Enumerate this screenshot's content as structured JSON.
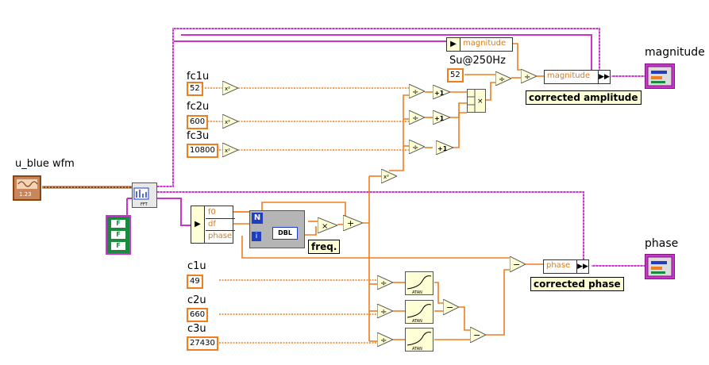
{
  "labels": {
    "fc1u": "fc1u",
    "fc2u": "fc2u",
    "fc3u": "fc3u",
    "su": "Su@250Hz",
    "u_blue": "u_blue wfm",
    "c1u": "c1u",
    "c2u": "c2u",
    "c3u": "c3u",
    "mag_out": "magnitude",
    "phase_out": "phase"
  },
  "constants": {
    "fc1u": "52",
    "fc2u": "600",
    "fc3u": "10800",
    "su": "52",
    "c1u": "49",
    "c2u": "660",
    "c3u": "27430"
  },
  "bundle": {
    "magnitude_top": "magnitude",
    "magnitude_right": "magnitude",
    "phase_right": "phase",
    "unbundle_items": [
      "f0",
      "df",
      "phase"
    ]
  },
  "notes": {
    "amp": "corrected amplitude",
    "phase": "corrected phase",
    "freq": "freq."
  },
  "glyphs": {
    "square": "x²",
    "divide": "÷",
    "plus_one": "+1",
    "multiply": "×",
    "add": "+",
    "subtract": "−",
    "dbl": "DBL",
    "N": "N",
    "i": "i",
    "fft": "FFT",
    "atan": "ATAN",
    "bool_f": "F"
  },
  "colors": {
    "wire_float": "#f07d1e",
    "wire_cluster": "#cc33cc",
    "wire_waveform": "#8b4513",
    "wire_int": "#1f3fbf",
    "note_bg": "#ffffd6"
  }
}
